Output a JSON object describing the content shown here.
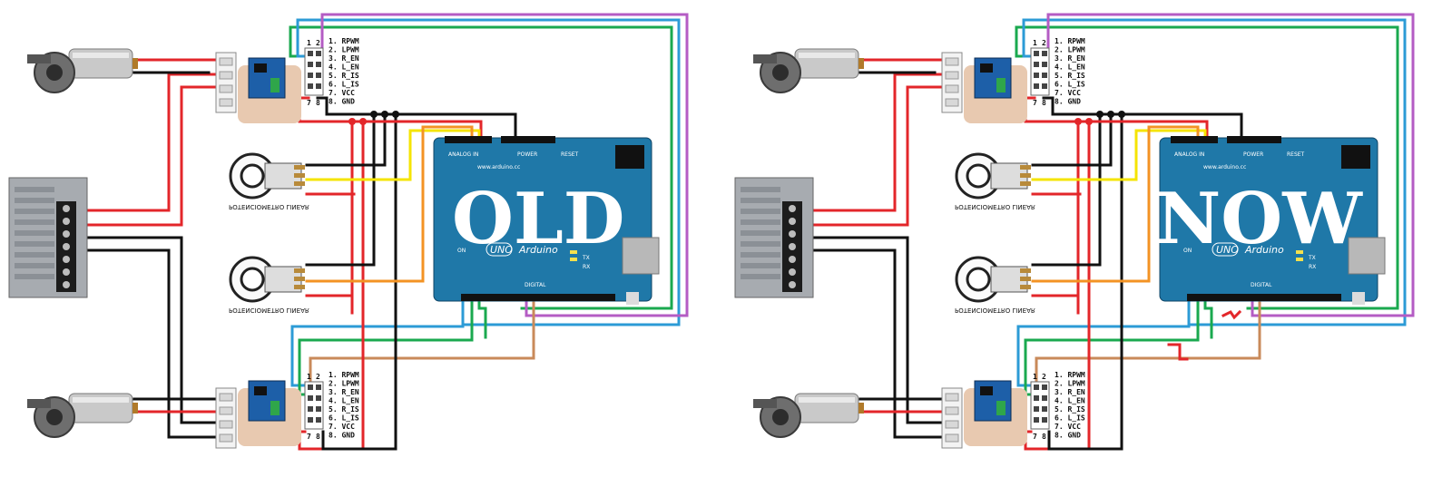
{
  "panels": [
    {
      "key": "old",
      "label": "OLD"
    },
    {
      "key": "now",
      "label": "NOW"
    }
  ],
  "driver_pins": [
    "1. RPWM",
    "2. LPWM",
    "3. R_EN",
    "4. L_EN",
    "5. R_IS",
    "6. L_IS",
    "7. VCC",
    "8. GND"
  ],
  "driver_header": [
    "1",
    "2",
    "7",
    "8"
  ],
  "potentiometer_label": "POTENCIOMETRO LINEAR",
  "arduino": {
    "brand": "Arduino",
    "model": "UNO",
    "power_label": "POWER",
    "analog_label": "ANALOG IN",
    "digital_label": "DIGITAL",
    "reset_label": "RESET",
    "on_label": "ON",
    "tx_label": "TX",
    "rx_label": "RX",
    "website": "www.arduino.cc"
  },
  "colors": {
    "red": "#e3262a",
    "black": "#111111",
    "yellow": "#f5e400",
    "orange": "#f39324",
    "green": "#1aa94f",
    "blue": "#2c9bd6",
    "purple": "#b45cc4",
    "brown": "#c98a5a",
    "board": "#1f78a8"
  }
}
